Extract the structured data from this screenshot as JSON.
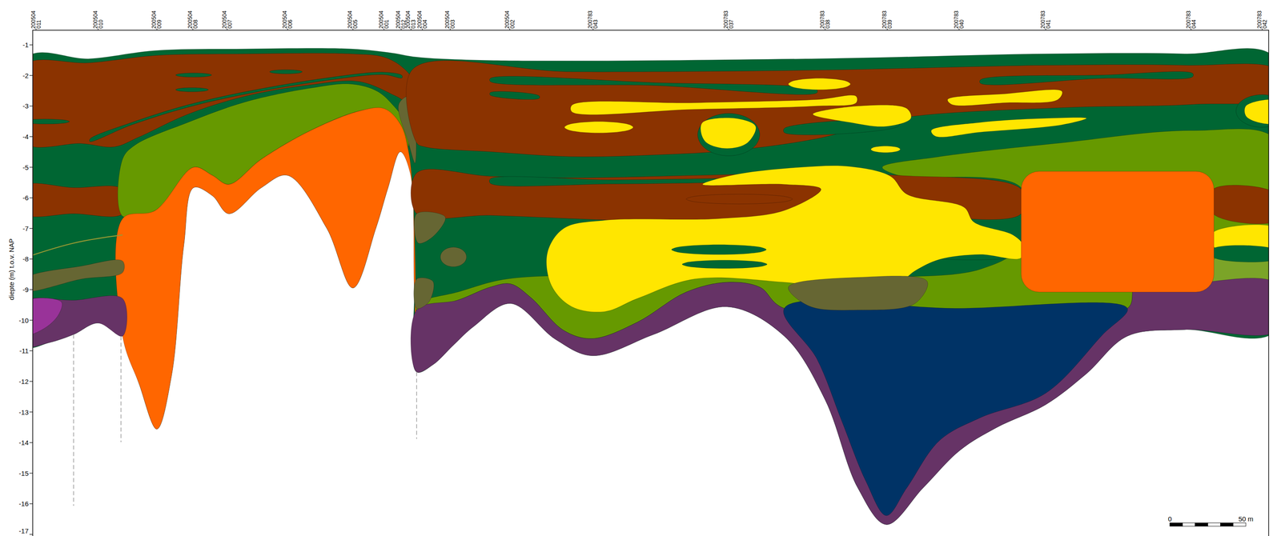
{
  "diagram": {
    "labels": [
      "200504 011",
      "200504 010",
      "200504 009",
      "200504 008",
      "200504 007",
      "200504 006",
      "200504 005",
      "200504 001",
      "200504 012",
      "200504 013",
      "200504 004",
      "200504 003",
      "200504 002",
      "200783 043",
      "200783 037",
      "200783 038",
      "200783 039",
      "200783 040",
      "200783 041",
      "200783 044",
      "200783 042",
      "-1",
      "-2",
      "-3",
      "-4",
      "-5",
      "-6",
      "-7",
      "-8",
      "-9",
      "-10",
      "-11",
      "-12",
      "-13",
      "-14",
      "-15",
      "-16",
      "-17",
      "diepte (m) t.o.v. NAP",
      "0",
      "50 m"
    ]
  }
}
